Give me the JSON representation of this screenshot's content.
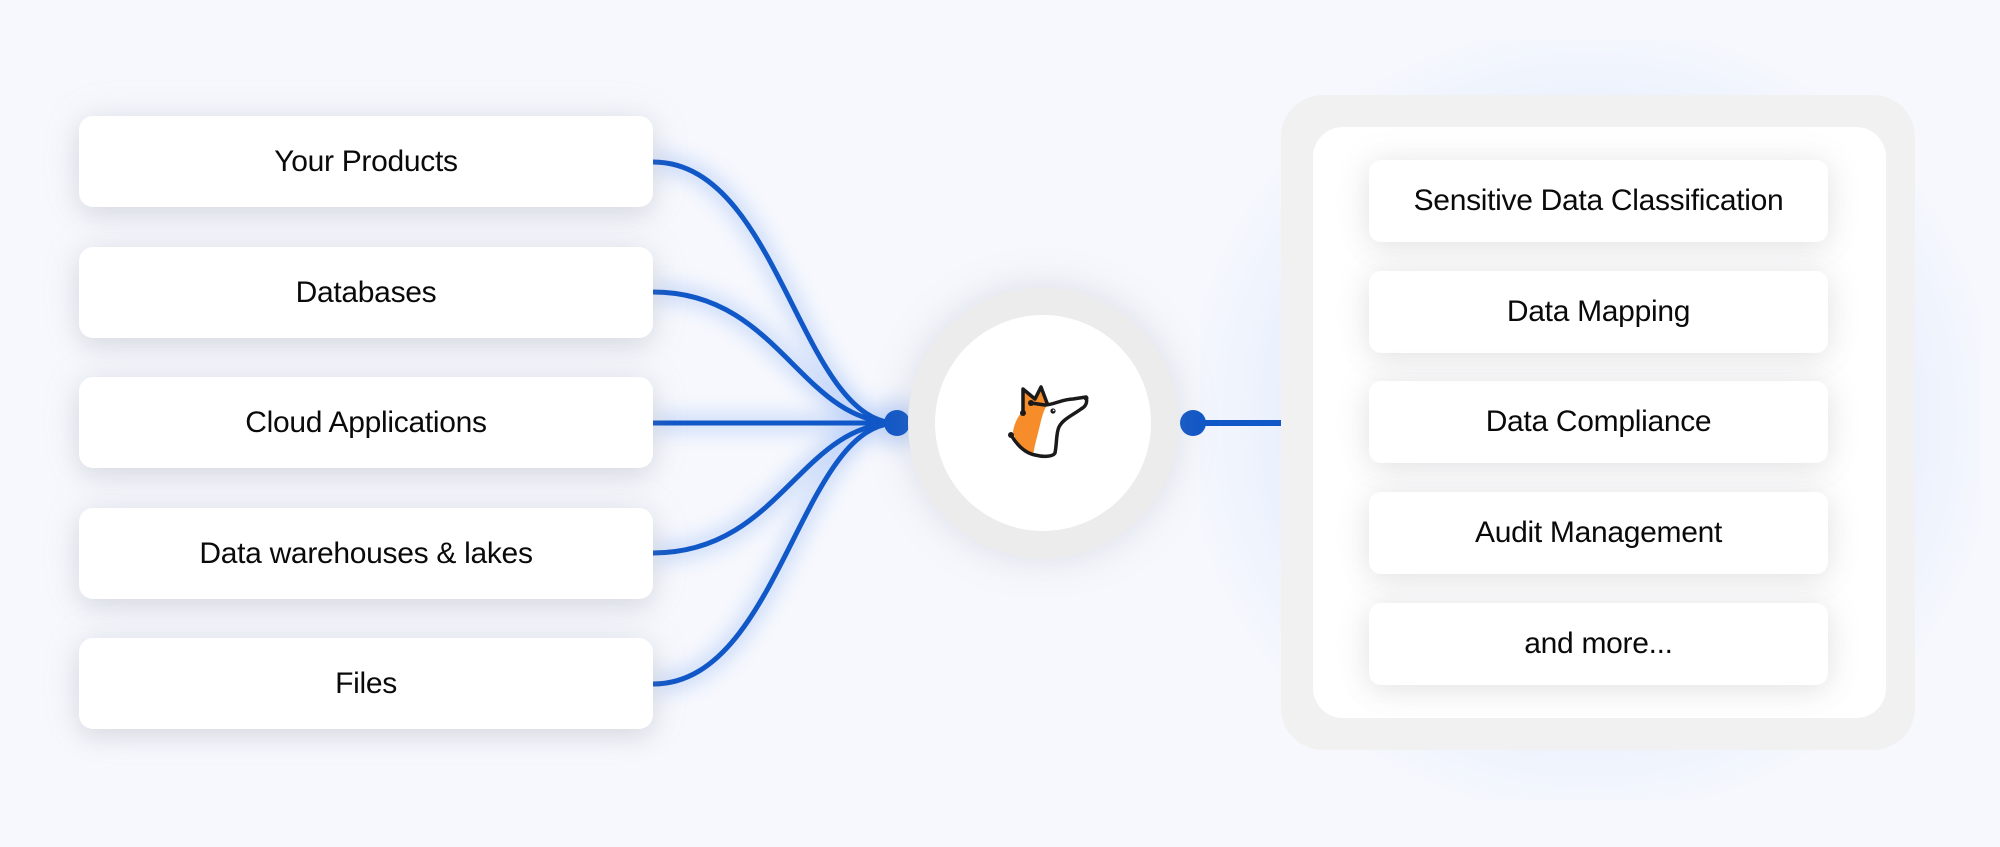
{
  "diagram": {
    "colors": {
      "background": "#f6f8fd",
      "connector": "#1057c8",
      "card": "#ffffff",
      "hub_ring": "#ececec",
      "panel_outer": "#f1f1f1",
      "panel_inner": "#ffffff",
      "fox_orange": "#f68d2a",
      "fox_outline": "#1a1a1a"
    },
    "sources": [
      {
        "label": "Your Products"
      },
      {
        "label": "Databases"
      },
      {
        "label": "Cloud Applications"
      },
      {
        "label": "Data warehouses & lakes"
      },
      {
        "label": "Files"
      }
    ],
    "hub": {
      "icon": "fox-head-logo-icon"
    },
    "capabilities": [
      {
        "label": "Sensitive Data Classification"
      },
      {
        "label": "Data Mapping"
      },
      {
        "label": "Data Compliance"
      },
      {
        "label": "Audit Management"
      },
      {
        "label": "and more..."
      }
    ]
  }
}
